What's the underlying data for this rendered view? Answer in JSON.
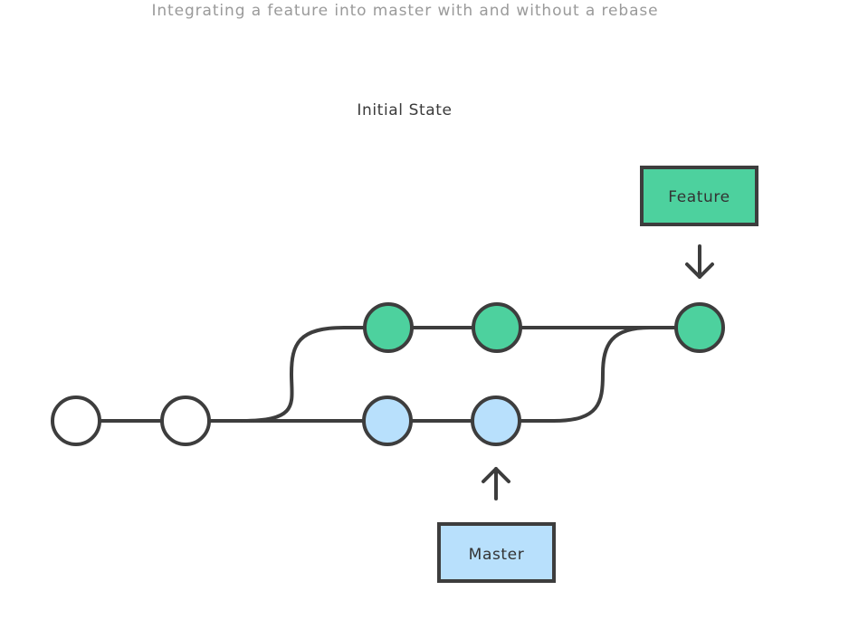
{
  "caption": "Integrating a feature into master with and without a rebase",
  "state_title": "Initial State",
  "branches": {
    "feature": {
      "label": "Feature",
      "color": "#4dd19e"
    },
    "master": {
      "label": "Master",
      "color": "#b8e0fc"
    }
  },
  "colors": {
    "stroke": "#3d3d3d",
    "base_commit": "#ffffff",
    "caption": "#9a9a9a",
    "title": "#3a3a3a"
  },
  "commits": [
    {
      "id": "c1",
      "branch": "base"
    },
    {
      "id": "c2",
      "branch": "base"
    },
    {
      "id": "f1",
      "branch": "feature"
    },
    {
      "id": "f2",
      "branch": "feature"
    },
    {
      "id": "f3",
      "branch": "feature",
      "head": true
    },
    {
      "id": "m1",
      "branch": "master"
    },
    {
      "id": "m2",
      "branch": "master",
      "head": true
    }
  ],
  "icons": {
    "feature_pointer": "arrow-down-icon",
    "master_pointer": "arrow-up-icon"
  }
}
